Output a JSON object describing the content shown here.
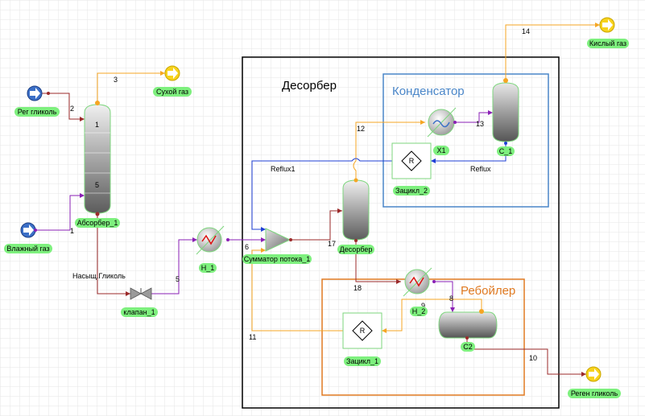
{
  "groups": {
    "desorber": "Десорбер",
    "condenser": "Конденсатор",
    "reboiler": "Ребойлер"
  },
  "units": {
    "absorber": "Абсорбер_1",
    "absorber_stage_top": "1",
    "absorber_stage_bottom": "5",
    "valve": "клапан_1",
    "h1": "H_1",
    "mixer": "Сумматор потока_1",
    "desorber_col": "Десорбер",
    "x1": "X1",
    "c1": "C_1",
    "cycle2": "Зацикл_2",
    "h2": "H_2",
    "c2": "C2",
    "cycle1": "Зацикл_1",
    "recycle_symbol": "R"
  },
  "feeds": {
    "reg_glycol": "Рег гликоль",
    "wet_gas": "Влажный газ"
  },
  "products": {
    "dry_gas": "Сухой газ",
    "acid_gas": "Кислый газ",
    "regen_glycol": "Реген гликоль"
  },
  "streams": {
    "s1": "1",
    "s2": "2",
    "s3": "3",
    "s5": "5",
    "s6": "6",
    "s8": "8",
    "s9": "9",
    "s10": "10",
    "s11": "11",
    "s12": "12",
    "s13": "13",
    "s14": "14",
    "s17": "17",
    "s18": "18",
    "sat_glycol": "Насыщ.Гликоль",
    "reflux1": "Reflux1",
    "reflux": "Reflux"
  },
  "colors": {
    "pill": "#7ef07e",
    "feed": "#3b6fc7",
    "product": "#f7d21c",
    "gas_line": "#f5a623",
    "liquid_line": "#9b2a2a",
    "purple_line": "#8a1fb5",
    "blue_line": "#1f3fd6",
    "condenser_box": "#4a86c8",
    "reboiler_box": "#e07a22"
  }
}
